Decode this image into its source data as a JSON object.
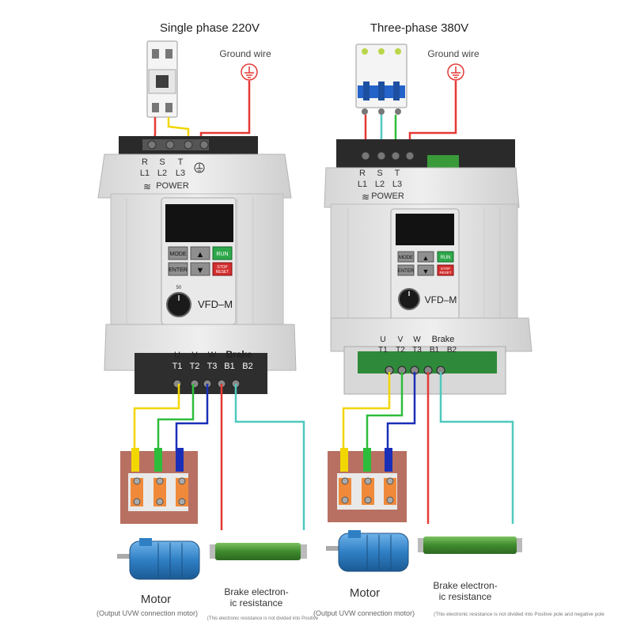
{
  "colors": {
    "red": "#e53935",
    "yellow": "#f2d600",
    "green": "#2ebd3a",
    "blue": "#1a2fb8",
    "cyan": "#4fc9bf",
    "housing": "#e4e4e4",
    "motor": "#3a86c8",
    "resistor": "#4e9a3c"
  },
  "left": {
    "title": "Single phase 220V",
    "ground_label": "Ground wire",
    "input_terms": [
      "R",
      "S",
      "T"
    ],
    "input_sub": [
      "L1",
      "L2",
      "L3"
    ],
    "power_label": "POWER",
    "keys": {
      "mode": "MODE",
      "enter": "ENTER",
      "run": "RUN",
      "stop": "STOP",
      "reset": "RESET"
    },
    "knob_mark": "50",
    "model": "VFD–M",
    "brake_label": "Brake",
    "out_terms": [
      "U",
      "V",
      "W"
    ],
    "out_sub": [
      "T1",
      "T2",
      "T3",
      "B1",
      "B2"
    ],
    "motor_label": "Motor",
    "motor_note": "(Output UVW connection motor)",
    "resistor_label_line1": "Brake electron-",
    "resistor_label_line2": "ic resistance",
    "resistor_note": "(This electronic resistance is not divided into Positive"
  },
  "right": {
    "title": "Three-phase 380V",
    "ground_label": "Ground wire",
    "input_terms": [
      "R",
      "S",
      "T"
    ],
    "input_sub": [
      "L1",
      "L2",
      "L3"
    ],
    "power_label": "POWER",
    "keys": {
      "mode": "MODE",
      "enter": "ENTER",
      "run": "RUN",
      "stop": "STOP",
      "reset": "RESET"
    },
    "model": "VFD–M",
    "brake_label": "Brake",
    "out_terms": [
      "U",
      "V",
      "W"
    ],
    "out_sub": [
      "T1",
      "T2",
      "T3",
      "B1",
      "B2"
    ],
    "motor_label": "Motor",
    "motor_note": "(Output UVW connection motor)",
    "resistor_label_line1": "Brake electron-",
    "resistor_label_line2": "ic resistance",
    "resistor_note": "(This electronic resistance is not divided into Positive pole and negative pole"
  }
}
